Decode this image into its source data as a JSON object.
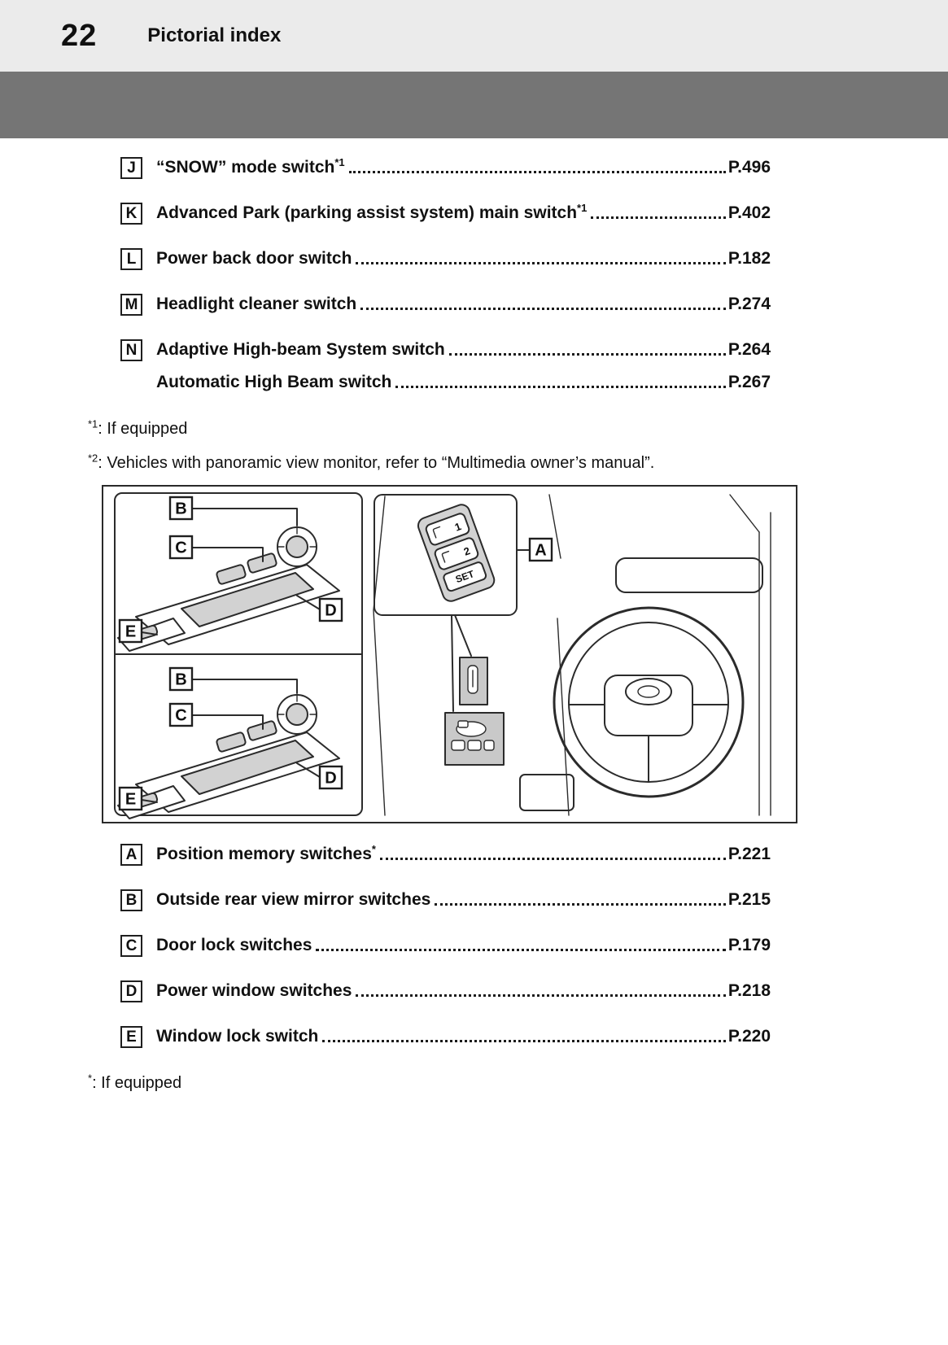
{
  "colors": {
    "header_bg": "#ebebeb",
    "band_bg": "#757575",
    "switch_highlight": "#c9c9c9"
  },
  "page": {
    "number": "22",
    "section": "Pictorial index"
  },
  "index_top": {
    "items": [
      {
        "letter": "J",
        "label": "“SNOW” mode switch",
        "sup": "*1",
        "page": "P.496"
      },
      {
        "letter": "K",
        "label": "Advanced Park (parking assist system) main switch",
        "sup": "*1",
        "page": "P.402"
      },
      {
        "letter": "L",
        "label": "Power back door switch",
        "sup": "",
        "page": "P.182"
      },
      {
        "letter": "M",
        "label": "Headlight cleaner switch",
        "sup": "",
        "page": "P.274"
      },
      {
        "letter": "N",
        "label": "Adaptive High-beam System switch ",
        "sup": "",
        "page": "P.264"
      },
      {
        "letter": "",
        "label": "Automatic High Beam switch ",
        "sup": "",
        "page": "P.267"
      }
    ]
  },
  "footnotes_top": [
    {
      "marker": "*1",
      "text": ": If equipped"
    },
    {
      "marker": "*2",
      "text": ": Vehicles with panoramic view monitor, refer to “Multimedia owner’s manual”."
    }
  ],
  "diagram": {
    "letters": {
      "A": "A",
      "B": "B",
      "C": "C",
      "D": "D",
      "E": "E"
    },
    "seat_switch": {
      "btn1": "1",
      "btn2": "2",
      "set_label": "SET"
    }
  },
  "index_bottom": {
    "items": [
      {
        "letter": "A",
        "label": "Position memory switches",
        "sup": "*",
        "page": "P.221"
      },
      {
        "letter": "B",
        "label": "Outside rear view mirror switches ",
        "sup": "",
        "page": "P.215"
      },
      {
        "letter": "C",
        "label": "Door lock switches ",
        "sup": "",
        "page": "P.179"
      },
      {
        "letter": "D",
        "label": "Power window switches",
        "sup": "",
        "page": "P.218"
      },
      {
        "letter": "E",
        "label": "Window lock switch",
        "sup": "",
        "page": "P.220"
      }
    ]
  },
  "footnote_bottom": {
    "marker": "*",
    "text": ": If equipped"
  }
}
